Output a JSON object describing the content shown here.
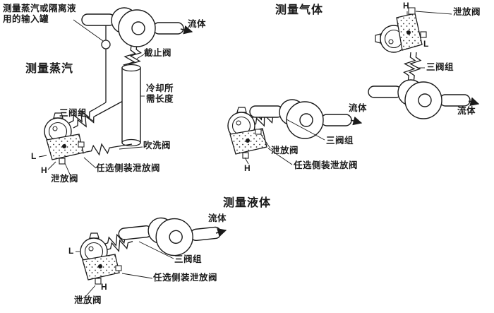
{
  "colors": {
    "ink": "#1a1a1a",
    "background": "#ffffff"
  },
  "sections": {
    "steam": {
      "title": "测量蒸汽",
      "input_tank_note": "测量蒸汽或隔离液\n用的输入罐",
      "fluid_label": "流体",
      "stop_valve_label": "截止阀",
      "cooling_length_note": "冷却所\n需长度",
      "manifold_label": "三阀组",
      "purge_valve_label": "吹洗阀",
      "drain_valve_label": "泄放阀",
      "side_drain_valve_label": "任选侧装泄放阀",
      "low_port": "L",
      "high_port": "H"
    },
    "gas": {
      "title": "测量气体",
      "fluid_label": "流体",
      "manifold_label": "三阀组",
      "drain_valve_label": "泄放阀",
      "side_drain_valve_label": "任选侧装泄放阀",
      "high_port": "H"
    },
    "gas_vertical": {
      "drain_valve_label": "泄放阀",
      "manifold_label": "三阀组",
      "fluid_label": "流体",
      "high_port": "H",
      "low_port": "L"
    },
    "liquid": {
      "title": "测量液体",
      "fluid_label": "流体",
      "manifold_label": "三阀组",
      "side_drain_valve_label": "任选侧装泄放阀",
      "drain_valve_label": "泄放阀",
      "low_port": "L",
      "high_port": "H"
    }
  }
}
